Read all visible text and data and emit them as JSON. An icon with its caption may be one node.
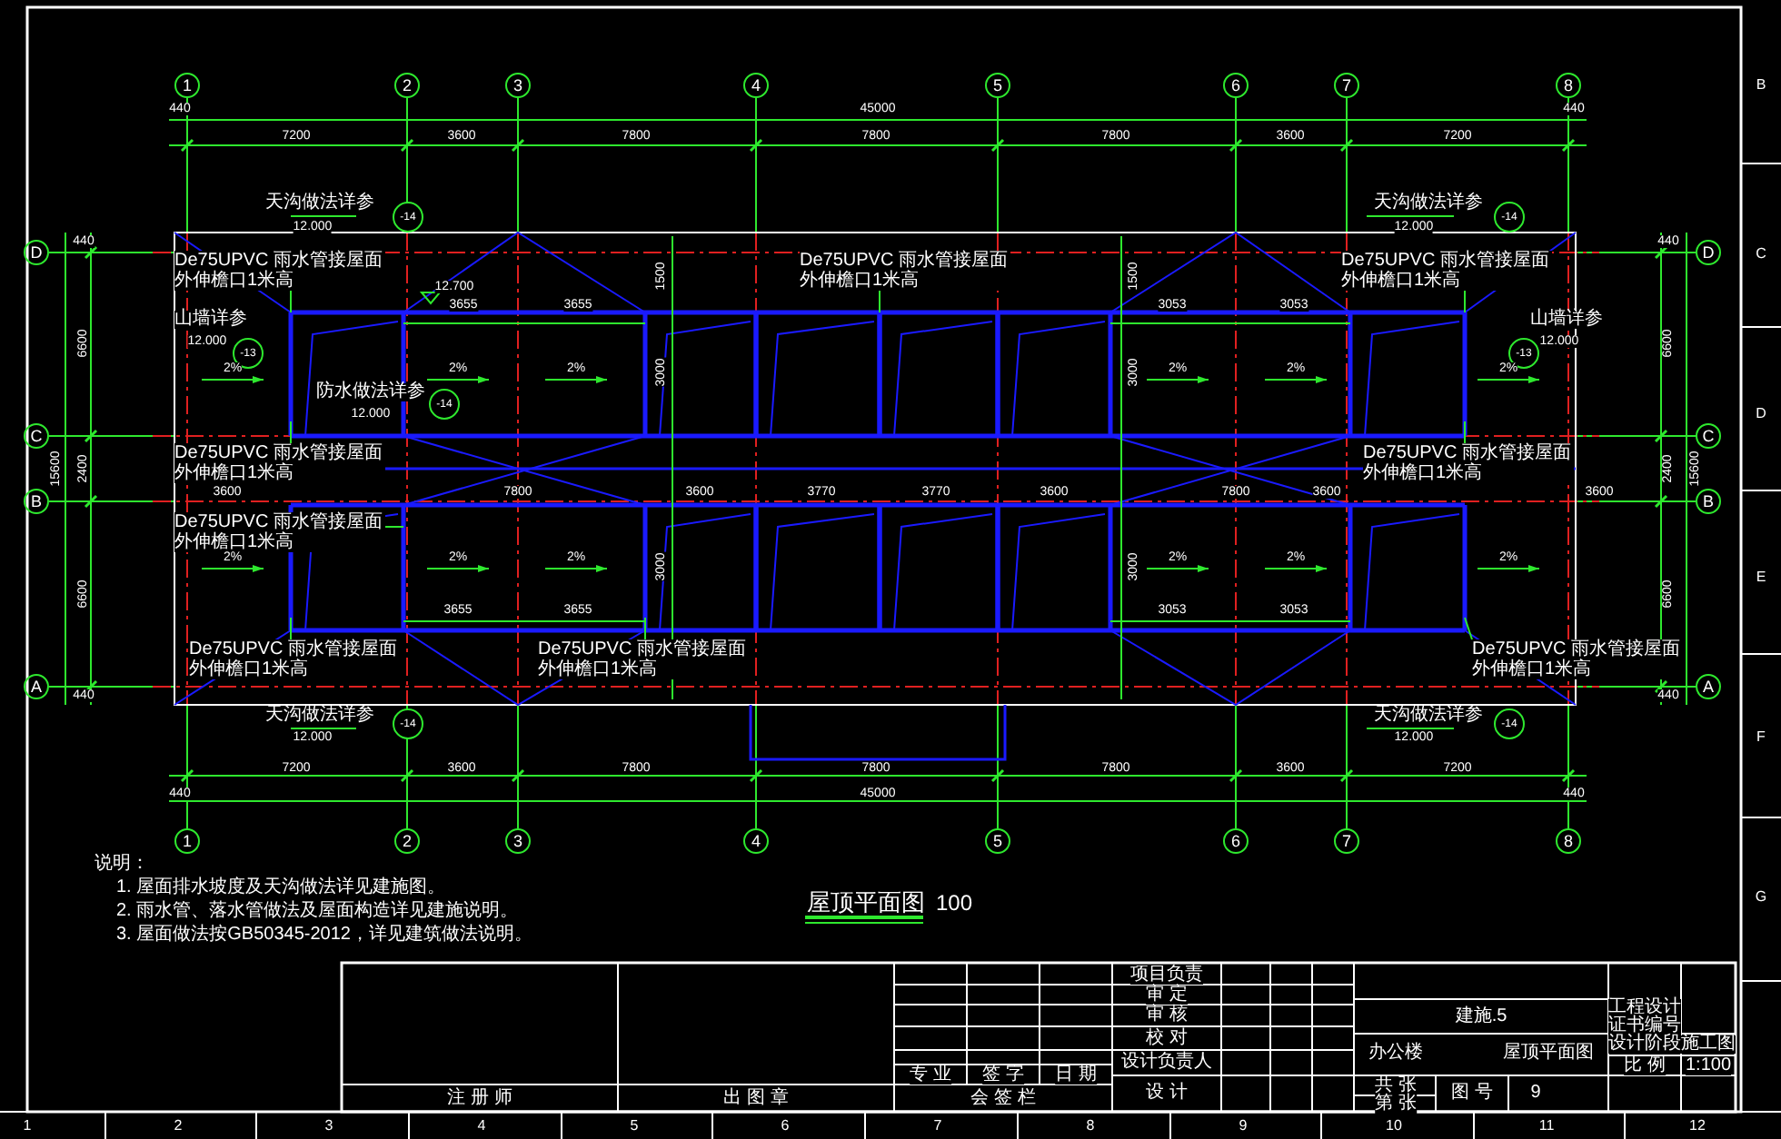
{
  "diagram": {
    "title": "屋顶平面图",
    "nodes": [
      {
        "text": [
          "1"
        ]
      },
      {
        "text": [
          "2"
        ]
      },
      {
        "text": [
          "3"
        ]
      },
      {
        "text": [
          "4"
        ]
      },
      {
        "text": [
          "5"
        ]
      },
      {
        "text": [
          "6"
        ]
      },
      {
        "text": [
          "7"
        ]
      },
      {
        "text": [
          "8"
        ]
      },
      {
        "text": [
          "D"
        ]
      },
      {
        "text": [
          "D"
        ]
      },
      {
        "text": [
          "C"
        ]
      },
      {
        "text": [
          "C"
        ]
      },
      {
        "text": [
          "B"
        ]
      },
      {
        "text": [
          "B"
        ]
      },
      {
        "text": [
          "A"
        ]
      },
      {
        "text": [
          "A"
        ]
      },
      {
        "text": [
          "1"
        ]
      },
      {
        "text": [
          "2"
        ]
      },
      {
        "text": [
          "3"
        ]
      },
      {
        "text": [
          "4"
        ]
      },
      {
        "text": [
          "5"
        ]
      },
      {
        "text": [
          "6"
        ]
      },
      {
        "text": [
          "7"
        ]
      },
      {
        "text": [
          "8"
        ]
      },
      {
        "text": [
          "De75UPVC 雨水管接屋面",
          "外伸檐口1米高"
        ]
      },
      {
        "text": [
          "De75UPVC 雨水管接屋面",
          "外伸檐口1米高"
        ]
      },
      {
        "text": [
          "De75UPVC 雨水管接屋面",
          "外伸檐口1米高"
        ]
      },
      {
        "text": [
          "De75UPVC 雨水管接屋面",
          "外伸檐口1米高"
        ]
      },
      {
        "text": [
          "De75UPVC 雨水管接屋面",
          "外伸檐口1米高"
        ]
      },
      {
        "text": [
          "De75UPVC 雨水管接屋面",
          "外伸檐口1米高"
        ]
      },
      {
        "text": [
          "De75UPVC 雨水管接屋面",
          "外伸檐口1米高"
        ]
      },
      {
        "text": [
          "De75UPVC 雨水管接屋面",
          "外伸檐口1米高"
        ]
      },
      {
        "text": [
          "De75UPVC 雨水管接屋面",
          "外伸檐口1米高"
        ]
      },
      {
        "text": [
          "-14"
        ]
      },
      {
        "text": [
          "-13"
        ]
      },
      {
        "text": [
          "-14"
        ]
      },
      {
        "text": [
          "-14"
        ]
      },
      {
        "text": [
          "-13"
        ]
      },
      {
        "text": [
          "-14"
        ]
      },
      {
        "text": [
          "-14"
        ]
      }
    ],
    "edges": [
      {
        "from": 24,
        "to": null,
        "arrow": "none"
      },
      {
        "from": 25,
        "to": null,
        "arrow": "none"
      },
      {
        "from": 26,
        "to": null,
        "arrow": "none"
      },
      {
        "from": 27,
        "to": null,
        "arrow": "none"
      },
      {
        "from": 28,
        "to": null,
        "arrow": "none"
      },
      {
        "from": 29,
        "to": null,
        "arrow": "none"
      },
      {
        "from": 30,
        "to": null,
        "arrow": "none"
      },
      {
        "from": 31,
        "to": null,
        "arrow": "none"
      },
      {
        "from": 32,
        "to": null,
        "arrow": "none"
      }
    ],
    "labels": [
      "440",
      "45000",
      "440",
      "7200",
      "3600",
      "7800",
      "7800",
      "7800",
      "3600",
      "7200",
      "天沟做法详参",
      "12.000",
      "天沟做法详参",
      "12.000",
      "12.700",
      "3655",
      "3655",
      "1500",
      "3053",
      "3053",
      "1500",
      "山墙详参",
      "12.000",
      "山墙详参",
      "12.000",
      "2%",
      "2%",
      "2%",
      "3000",
      "2%",
      "2%",
      "2%",
      "3000",
      "防水做法详参",
      "12.000",
      "3600",
      "7800",
      "3600",
      "3770",
      "3770",
      "3600",
      "7800",
      "3600",
      "3600",
      "2%",
      "2%",
      "2%",
      "3000",
      "2%",
      "2%",
      "2%",
      "3000",
      "3655",
      "3655",
      "3053",
      "3053",
      "天沟做法详参",
      "12.000",
      "天沟做法详参",
      "12.000",
      "7200",
      "3600",
      "7800",
      "7800",
      "7800",
      "3600",
      "7200",
      "440",
      "45000",
      "440",
      "440",
      "6600",
      "2400",
      "6600",
      "440",
      "15600",
      "440",
      "6600",
      "2400",
      "6600",
      "440",
      "15600",
      "说明：",
      "1. 屋面排水坡度及天沟做法详见建施图。",
      "2. 雨水管、落水管做法及屋面构造详见建施说明。",
      "3. 屋面做法按GB50345-2012，详见建筑做法说明。",
      "100",
      "注 册 师",
      "出 图 章",
      "专 业",
      "签 字",
      "日 期",
      "会 签 栏",
      "项目负责",
      "审 定",
      "审 核",
      "校 对",
      "设计负责人",
      "设 计",
      "建施.5",
      "办公楼",
      "屋顶平面图",
      "共 张",
      "第 张",
      "图 号",
      "9",
      "工程设计",
      "证书编号",
      "设计阶段",
      "施工图",
      "比 例",
      "1:100",
      "1",
      "2",
      "3",
      "4",
      "5",
      "6",
      "7",
      "8",
      "9",
      "10",
      "11",
      "12",
      "B",
      "C",
      "D",
      "E",
      "F",
      "G"
    ]
  }
}
